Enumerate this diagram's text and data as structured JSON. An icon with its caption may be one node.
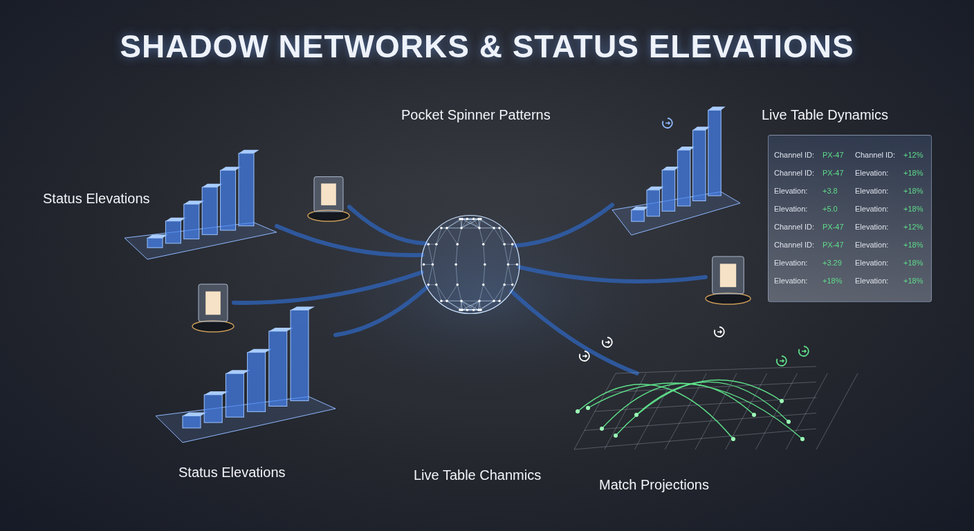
{
  "diagram": {
    "title": "SHADOW NETWORKS & STATUS ELEVATIONS",
    "nodes": [
      {
        "text": [],
        "shape": "picture"
      },
      {
        "text": [],
        "shape": "picture"
      },
      {
        "text": [],
        "shape": "picture"
      },
      {
        "text": [],
        "shape": "picture"
      },
      {
        "text": [],
        "shape": "picture"
      },
      {
        "text": [],
        "shape": "picture"
      },
      {
        "text": [],
        "shape": "picture"
      },
      {
        "text": [],
        "shape": "picture"
      }
    ],
    "edges": [
      {
        "from": 0,
        "to": 1,
        "arrow": "none"
      },
      {
        "from": 0,
        "to": 3,
        "arrow": "none"
      },
      {
        "from": 0,
        "to": 4,
        "arrow": "none"
      },
      {
        "from": 0,
        "to": 2,
        "arrow": "none"
      },
      {
        "from": 0,
        "to": 5,
        "arrow": "none"
      },
      {
        "from": 0,
        "to": 6,
        "arrow": "none"
      },
      {
        "from": 0,
        "to": 7,
        "arrow": "none"
      }
    ],
    "labels": [
      "Pocket Spinner Patterns",
      "Live Table Dynamics",
      "Status Elevations",
      "Status Elevations",
      "Live Table Chanmics",
      "Match Projections",
      "Channel ID:",
      "PX-47",
      "Channel ID:",
      "+12%",
      "Channel ID:",
      "PX-47",
      "Elevation:",
      "+18%",
      "Elevation:",
      "+3.8",
      "Elevation:",
      "+18%",
      "Elevation:",
      "+5.0",
      "Elevation:",
      "+18%",
      "Channel ID:",
      "PX-47",
      "Elevation:",
      "+12%",
      "Channel ID:",
      "PX-47",
      "Elevation:",
      "+18%",
      "Elevation:",
      "+3.29",
      "Elevation:",
      "+18%",
      "Elevation:",
      "+18%",
      "Elevation:",
      "+18%"
    ]
  }
}
